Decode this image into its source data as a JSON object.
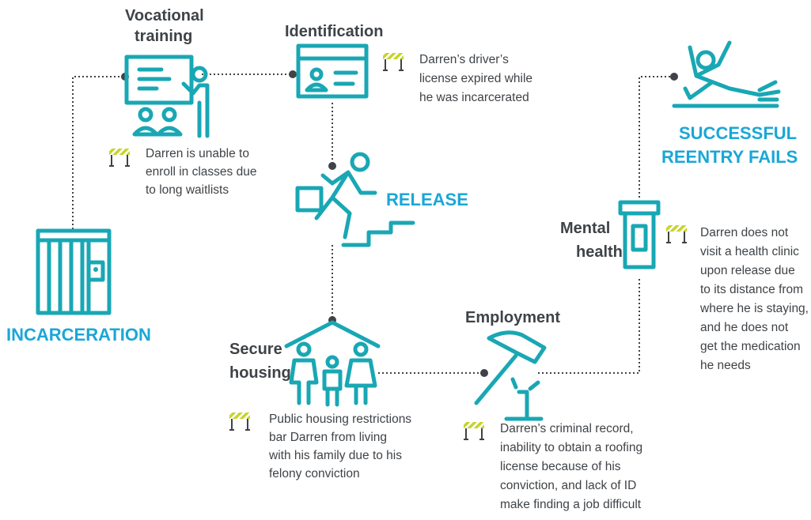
{
  "nodes": {
    "incarceration": {
      "label": "INCARCERATION"
    },
    "vocational": {
      "label_line1": "Vocational",
      "label_line2": "training",
      "note": [
        "Darren is unable to",
        "enroll in classes due",
        "to long waitlists"
      ]
    },
    "identification": {
      "label": "Identification",
      "note": [
        "Darren’s driver’s",
        "license expired while",
        "he was incarcerated"
      ]
    },
    "release": {
      "label": "RELEASE"
    },
    "housing": {
      "label_line1": "Secure",
      "label_line2": "housing",
      "note": [
        "Public housing restrictions",
        "bar Darren from living",
        "with his family due to his",
        "felony conviction"
      ]
    },
    "employment": {
      "label": "Employment",
      "note": [
        "Darren’s criminal record,",
        "inability to obtain a roofing",
        "license because of his",
        "conviction, and lack of ID",
        "make finding a job difficult"
      ]
    },
    "mental_health": {
      "label_line1": "Mental",
      "label_line2": "health",
      "note": [
        "Darren does not",
        "visit a health clinic",
        "upon release due",
        "to its distance from",
        "where he is staying,",
        "and he does not",
        "get the medication",
        "he needs"
      ]
    },
    "fails": {
      "label_line1": "SUCCESSFUL",
      "label_line2": "REENTRY FAILS"
    }
  },
  "colors": {
    "icon": "#19a7b4",
    "accent": "#1aa7d6",
    "text": "#3f4347",
    "barrier": "#c6d42c"
  }
}
